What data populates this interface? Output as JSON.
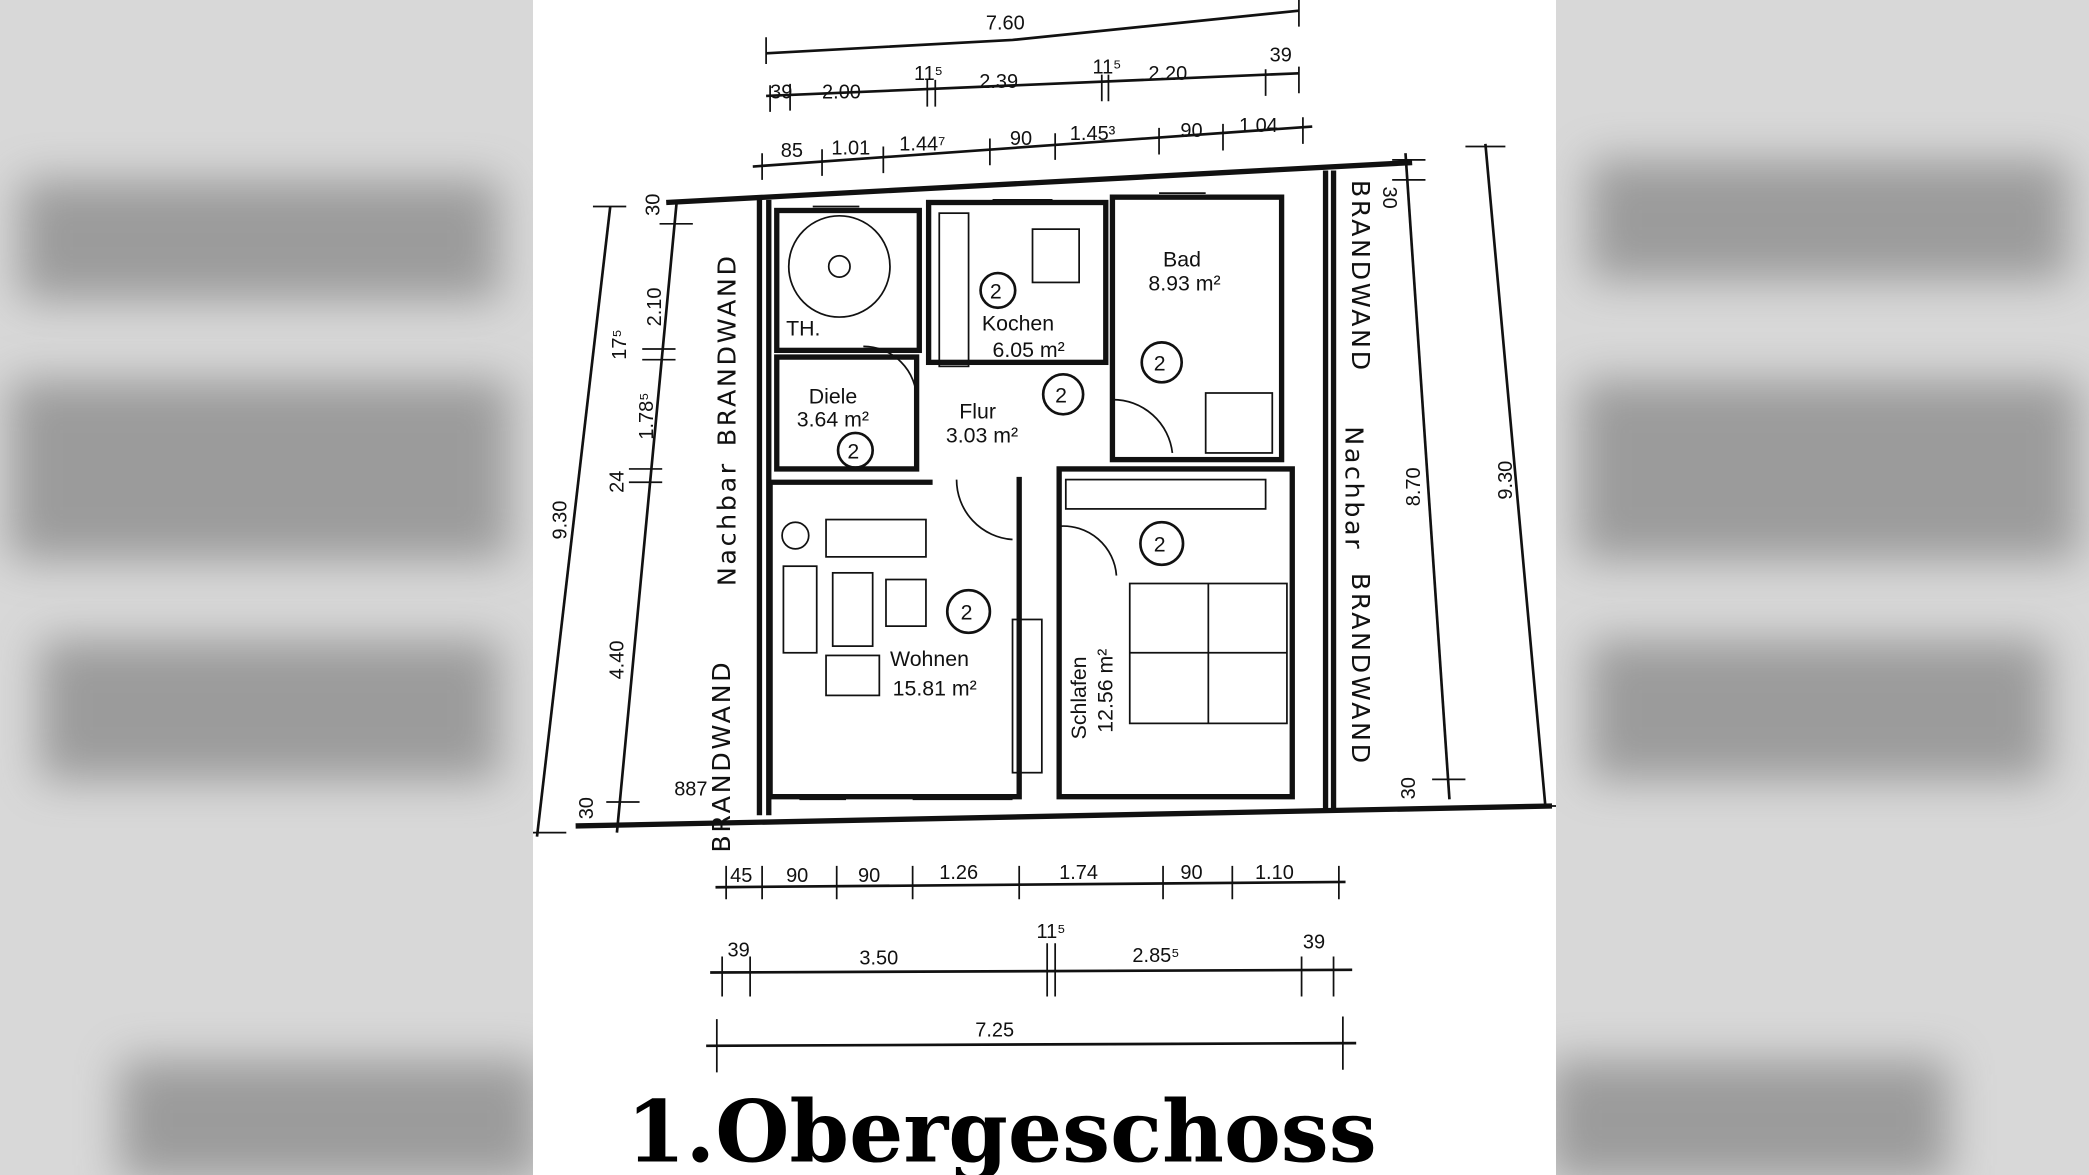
{
  "title": "1.Obergeschoss",
  "side_labels": {
    "left_neighbor": "Nachbar",
    "left_fire_wall_top": "BRANDWAND",
    "left_fire_wall_bottom": "BRANDWAND",
    "right_neighbor": "Nachbar",
    "right_fire_wall_top": "BRANDWAND",
    "right_fire_wall_bottom": "BRANDWAND",
    "small_note": "887"
  },
  "rooms": [
    {
      "name": "TH.",
      "area": ""
    },
    {
      "name": "Kochen",
      "area": "6.05 m²",
      "marker": "2"
    },
    {
      "name": "Bad",
      "area": "8.93 m²",
      "marker": "2"
    },
    {
      "name": "Diele",
      "area": "3.64 m²",
      "marker": "2"
    },
    {
      "name": "Flur",
      "area": "3.03 m²",
      "marker": "2"
    },
    {
      "name": "Wohnen",
      "area": "15.81 m²",
      "marker": "2"
    },
    {
      "name": "Schlafen",
      "area": "12.56 m²",
      "marker": "2"
    }
  ],
  "dimensions": {
    "top_total": "7.60",
    "top_row2": [
      "39",
      "2.00",
      "11⁵",
      "2.39",
      "11⁵",
      "2.20",
      "39"
    ],
    "top_row3": [
      "85",
      "1.01",
      "1.44⁷",
      "90",
      "1.45³",
      "90",
      "1.04"
    ],
    "left_total": "9.30",
    "left_parts": [
      "30",
      "2.10",
      "17⁵",
      "1.78⁵",
      "24",
      "4.40",
      "30"
    ],
    "right_total": "9.30",
    "right_parts": [
      "30",
      "8.70",
      "30"
    ],
    "bottom_row1": [
      "45",
      "90",
      "90",
      "1.26",
      "1.74",
      "90",
      "1.10"
    ],
    "bottom_row2": [
      "39",
      "3.50",
      "11⁵",
      "2.85⁵",
      "39"
    ],
    "bottom_total": "7.25"
  }
}
